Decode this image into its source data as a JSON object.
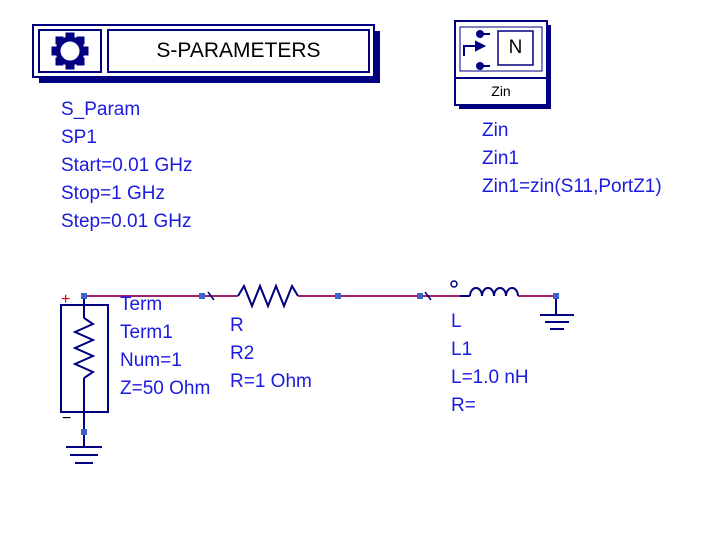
{
  "sparam_box": {
    "title": "S-PARAMETERS",
    "lines": [
      "S_Param",
      "SP1",
      "Start=0.01 GHz",
      "Stop=1 GHz",
      "Step=0.01 GHz"
    ]
  },
  "zin_box": {
    "badge": "N",
    "caption": "Zin",
    "lines": [
      "Zin",
      "Zin1",
      "Zin1=zin(S11,PortZ1)"
    ]
  },
  "term": {
    "lines": [
      "Term",
      "Term1",
      "Num=1",
      "Z=50 Ohm"
    ],
    "plus": "+",
    "minus": "−"
  },
  "resistor": {
    "lines": [
      "R",
      "R2",
      "R=1 Ohm"
    ]
  },
  "inductor": {
    "lines": [
      "L",
      "L1",
      "L=1.0 nH",
      "R="
    ]
  },
  "colors": {
    "text": "#1a1ae0",
    "wire": "#a0206a",
    "component": "#000080",
    "pin": "#3c64c8",
    "box_shadow": "#000080",
    "plus": "#e00000"
  }
}
